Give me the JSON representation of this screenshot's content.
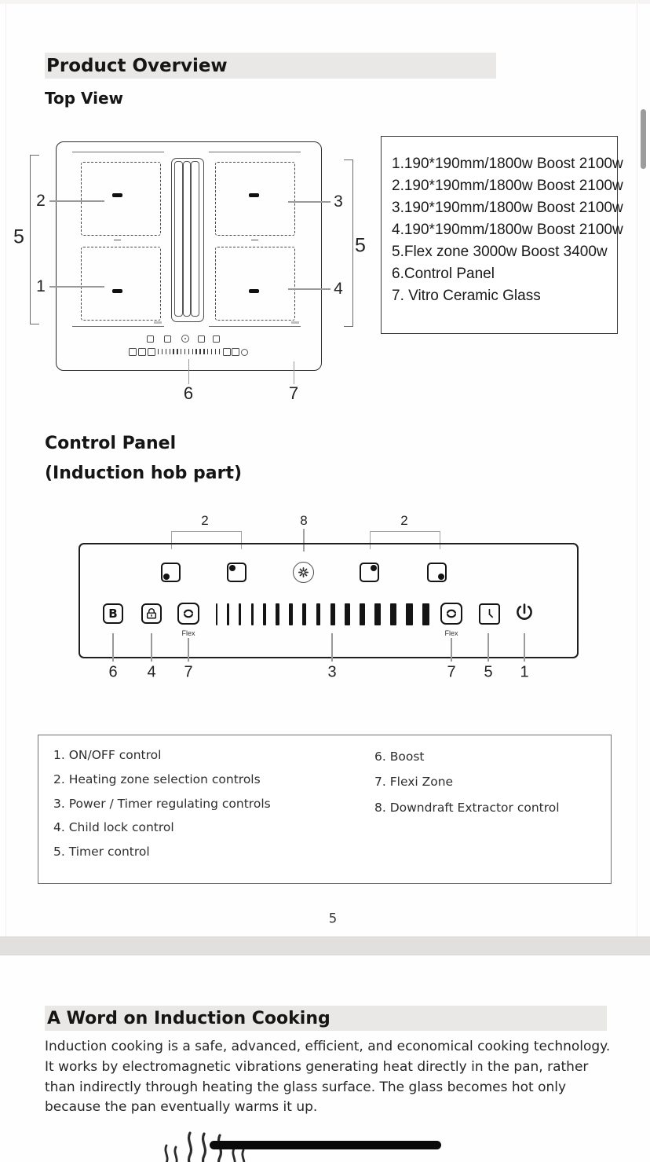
{
  "doc": {
    "page1": {
      "overview_title": "Product Overview",
      "top_view_title": "Top View",
      "callouts": {
        "n1": "1",
        "n2": "2",
        "n3": "3",
        "n4": "4",
        "n5l": "5",
        "n5r": "5",
        "n6": "6",
        "n7": "7"
      },
      "spec_items": [
        "1.190*190mm/1800w Boost 2100w",
        "2.190*190mm/1800w Boost 2100w",
        "3.190*190mm/1800w Boost 2100w",
        "4.190*190mm/1800w Boost 2100w",
        "5.Flex zone 3000w Boost 3400w",
        "6.Control Panel",
        "7. Vitro Ceramic Glass"
      ],
      "panel_title_line1": "Control Panel",
      "panel_title_line2": "(Induction hob part)",
      "panel": {
        "top_labels": [
          "2",
          "8",
          "2"
        ],
        "boost_letter": "B",
        "flex_label": "Flex",
        "bottom_labels": [
          "6",
          "4",
          "7",
          "3",
          "7",
          "5",
          "1"
        ]
      },
      "controls_left": [
        "1. ON/OFF control",
        "2. Heating zone selection controls",
        "3. Power / Timer regulating controls",
        "4. Child lock control",
        "5. Timer control"
      ],
      "controls_right": [
        "6. Boost",
        "7. Flexi Zone",
        "8. Downdraft Extractor control"
      ],
      "page_number": "5"
    },
    "page2": {
      "title": "A Word on Induction Cooking",
      "body": "Induction cooking is a safe, advanced, efficient, and economical cooking technology. It works by electromagnetic vibrations generating heat directly in the pan, rather than indirectly through heating the glass surface. The glass becomes hot only because the pan eventually warms it up."
    },
    "colors": {
      "heading_bg": "#e9e8e6",
      "ink": "#1c1c1c",
      "leader": "#9a9a9a",
      "scrollbar": "#9c9c9c"
    }
  }
}
